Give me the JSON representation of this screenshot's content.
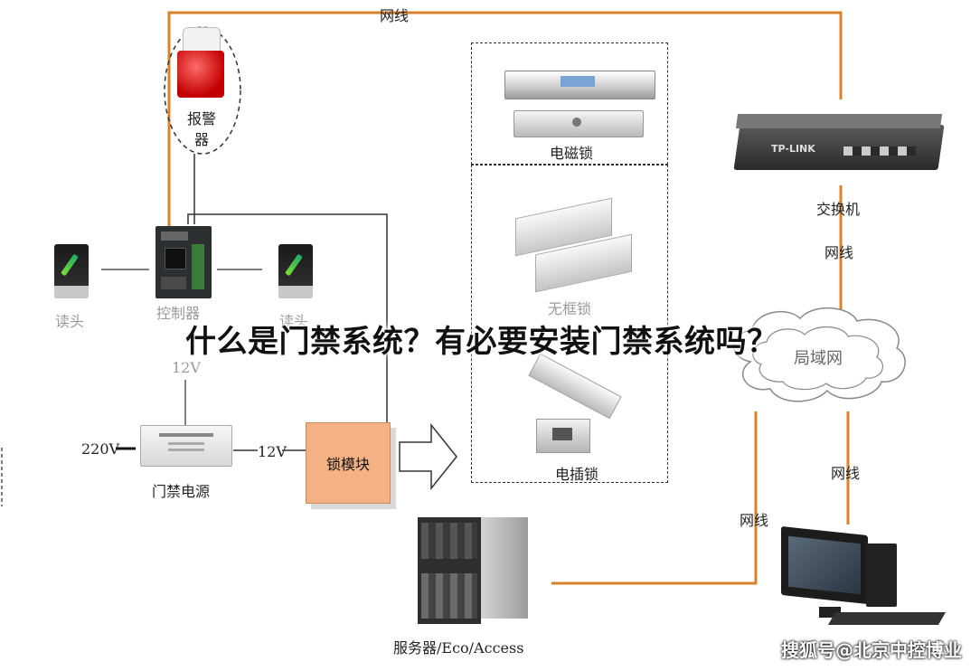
{
  "labels": {
    "network_top": "网线",
    "alarm": "报警\n器",
    "alarm_line1": "报警",
    "alarm_line2": "器",
    "maglock": "电磁锁",
    "switch": "交换机",
    "network_switch": "网线",
    "reader_left": "读头",
    "controller": "控制器",
    "reader_right": "读头",
    "frameless_lock": "无框锁",
    "lan": "局域网",
    "v12_top": "12V",
    "v220": "220V",
    "v12_mid": "12V",
    "lock_module": "锁模块",
    "power_supply": "门禁电源",
    "bolt_lock": "电插锁",
    "network_right": "网线",
    "network_pc": "网线",
    "server": "服务器/Eco/Access",
    "switch_brand": "TP-LINK"
  },
  "title": "什么是门禁系统？有必要安装门禁系统吗？",
  "watermark": "搜狐号@北京中控博业",
  "colors": {
    "network_line": "#d9822b",
    "lock_module_fill": "#f4b183",
    "wire": "#333333"
  }
}
